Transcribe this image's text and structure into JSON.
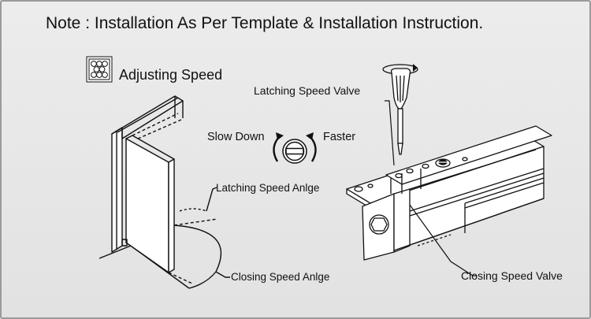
{
  "note": "Note : Installation As Per Template & Installation Instruction.",
  "section_title": "Adjusting Speed",
  "icon": "honeycomb-icon",
  "labels": {
    "slow_down": "Slow Down",
    "faster": "Faster",
    "latching_speed_valve": "Latching Speed Valve",
    "latching_speed_angle": "Latching Speed Anlge",
    "closing_speed_angle": "Closing Speed Anlge",
    "closing_speed_valve": "Closing Speed Valve"
  },
  "colors": {
    "background": "#e6e6e6",
    "line": "#111111",
    "border": "#9a9a9a"
  }
}
